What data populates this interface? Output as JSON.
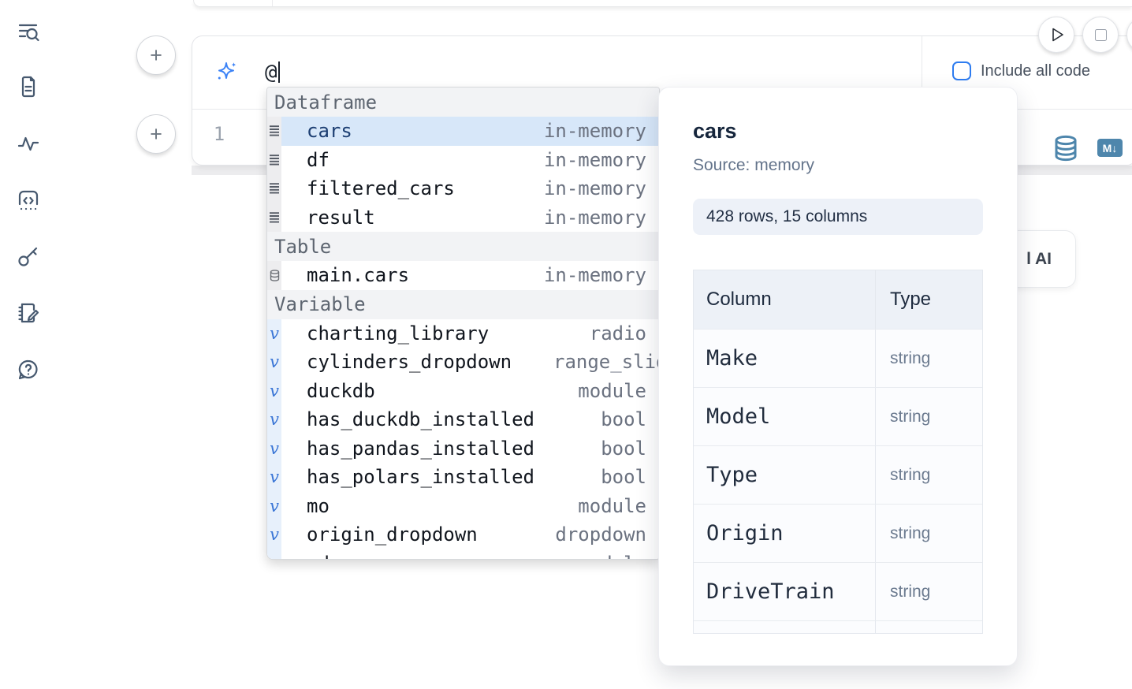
{
  "sidebar": {
    "icons": [
      {
        "name": "list-search-icon"
      },
      {
        "name": "file-document-icon"
      },
      {
        "name": "activity-icon"
      },
      {
        "name": "code-snippets-icon"
      },
      {
        "name": "key-icon"
      },
      {
        "name": "notebook-pen-icon"
      },
      {
        "name": "help-chat-icon"
      }
    ]
  },
  "cell_controls": {
    "add_cell_top": "+",
    "add_cell_bottom": "+"
  },
  "ai_input": {
    "value": "@",
    "include_all_code_label": "Include all code",
    "include_all_code_checked": false
  },
  "editor": {
    "line_number": "1",
    "markdown_badge": "M↓"
  },
  "autocomplete": {
    "sections": [
      {
        "label": "Dataframe",
        "icon": "dataframe",
        "items": [
          {
            "name": "cars",
            "type": "in-memory",
            "selected": true
          },
          {
            "name": "df",
            "type": "in-memory"
          },
          {
            "name": "filtered_cars",
            "type": "in-memory"
          },
          {
            "name": "result",
            "type": "in-memory"
          }
        ]
      },
      {
        "label": "Table",
        "icon": "table",
        "items": [
          {
            "name": "main.cars",
            "type": "in-memory"
          }
        ]
      },
      {
        "label": "Variable",
        "icon": "variable",
        "items": [
          {
            "name": "charting_library",
            "type": "radio"
          },
          {
            "name": "cylinders_dropdown",
            "type": "range_slider",
            "clipped": true
          },
          {
            "name": "duckdb",
            "type": "module"
          },
          {
            "name": "has_duckdb_installed",
            "type": "bool"
          },
          {
            "name": "has_pandas_installed",
            "type": "bool"
          },
          {
            "name": "has_polars_installed",
            "type": "bool"
          },
          {
            "name": "mo",
            "type": "module"
          },
          {
            "name": "origin_dropdown",
            "type": "dropdown"
          },
          {
            "name": "pd",
            "type": "module",
            "partial": true
          }
        ]
      }
    ]
  },
  "preview_panel": {
    "title": "cars",
    "source": "Source: memory",
    "shape_badge": "428 rows, 15 columns",
    "table": {
      "headers": [
        "Column",
        "Type"
      ],
      "rows": [
        [
          "Make",
          "string"
        ],
        [
          "Model",
          "string"
        ],
        [
          "Type",
          "string"
        ],
        [
          "Origin",
          "string"
        ],
        [
          "DriveTrain",
          "string"
        ]
      ],
      "partial_row_visible": true
    }
  },
  "ai_generate_button": {
    "visible_label": "l AI"
  },
  "colors": {
    "accent_blue": "#3b82f6",
    "steel_blue": "#4e86ac",
    "selected_row_bg": "#d7e7f9",
    "checkbox_border": "#2e7cf0"
  }
}
